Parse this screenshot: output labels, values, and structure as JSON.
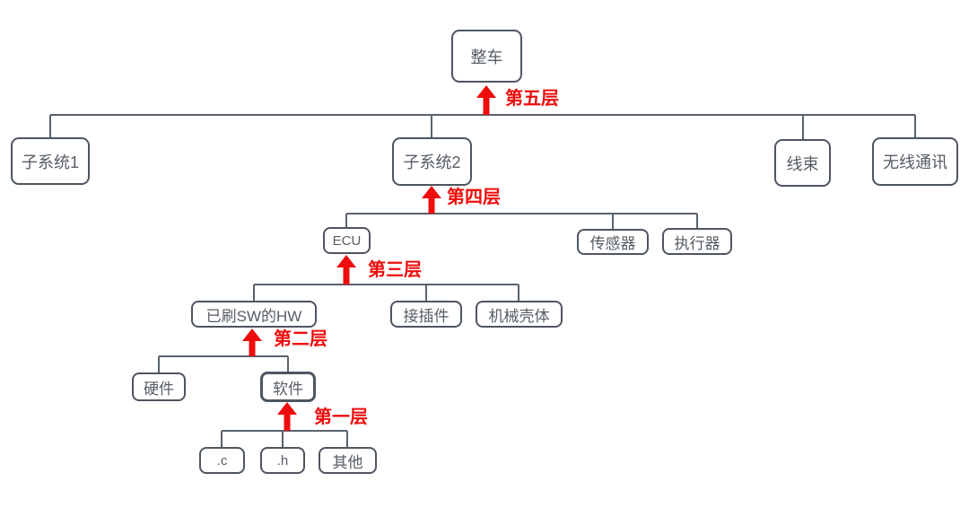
{
  "diagram": {
    "type": "tree-hierarchy",
    "nodes": {
      "vehicle": "整车",
      "subsystem1": "子系统1",
      "subsystem2": "子系统2",
      "harness": "线束",
      "wireless": "无线通讯",
      "ecu": "ECU",
      "sensor": "传感器",
      "actuator": "执行器",
      "hw_with_sw": "已刷SW的HW",
      "plug_connector": "接插件",
      "mech_housing": "机械壳体",
      "hardware": "硬件",
      "software": "软件",
      "c_file": ".c",
      "h_file": ".h",
      "other": "其他"
    },
    "levels": {
      "l5": "第五层",
      "l4": "第四层",
      "l3": "第三层",
      "l2": "第二层",
      "l1": "第一层"
    },
    "edges": [
      {
        "parent": "vehicle",
        "children": [
          "subsystem1",
          "subsystem2",
          "harness",
          "wireless"
        ]
      },
      {
        "parent": "subsystem2",
        "children": [
          "ecu",
          "sensor",
          "actuator"
        ]
      },
      {
        "parent": "ecu",
        "children": [
          "hw_with_sw",
          "plug_connector",
          "mech_housing"
        ]
      },
      {
        "parent": "hw_with_sw",
        "children": [
          "hardware",
          "software"
        ]
      },
      {
        "parent": "software",
        "children": [
          "c_file",
          "h_file",
          "other"
        ]
      }
    ]
  },
  "colors": {
    "accent": "#ee0c0c",
    "border": "#4d5560",
    "line": "#59626c",
    "text": "#565c64",
    "bg": "#ffffff"
  }
}
